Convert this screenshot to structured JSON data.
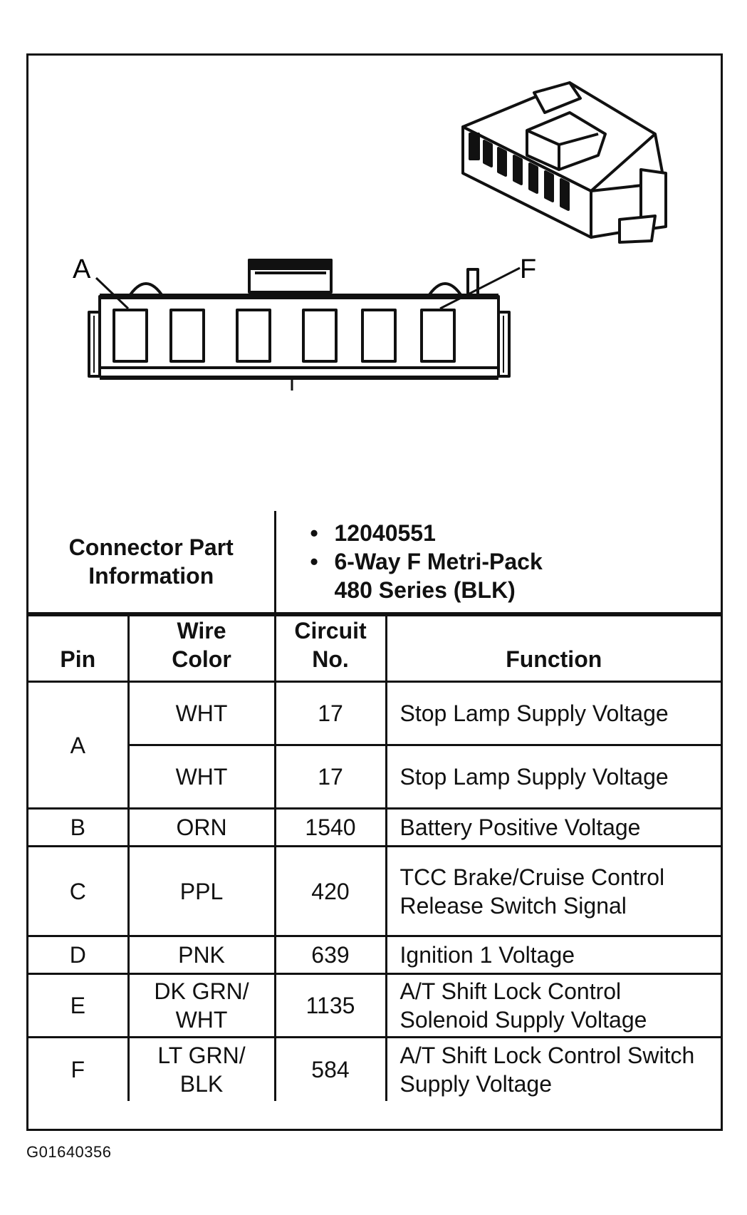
{
  "part_info": {
    "label_line1": "Connector Part",
    "label_line2": "Information",
    "items": [
      "12040551",
      "6-Way F Metri-Pack"
    ],
    "item2_line2": "480 Series (BLK)"
  },
  "diagram": {
    "label_a": "A",
    "label_f": "F"
  },
  "table": {
    "headers": {
      "pin": "Pin",
      "wire_color_line1": "Wire",
      "wire_color_line2": "Color",
      "circuit_line1": "Circuit",
      "circuit_line2": "No.",
      "function": "Function"
    },
    "rows": [
      {
        "pin": "A",
        "wire": "WHT",
        "circuit": "17",
        "function": "Stop Lamp Supply Voltage"
      },
      {
        "pin": "",
        "wire": "WHT",
        "circuit": "17",
        "function": "Stop Lamp Supply Voltage"
      },
      {
        "pin": "B",
        "wire": "ORN",
        "circuit": "1540",
        "function": "Battery Positive Voltage"
      },
      {
        "pin": "C",
        "wire": "PPL",
        "circuit": "420",
        "function": "TCC Brake/Cruise Control Release Switch Signal"
      },
      {
        "pin": "D",
        "wire": "PNK",
        "circuit": "639",
        "function": "Ignition 1 Voltage"
      },
      {
        "pin": "E",
        "wire": "DK GRN/ WHT",
        "circuit": "1135",
        "function": "A/T Shift Lock Control Solenoid Supply Voltage"
      },
      {
        "pin": "F",
        "wire": "LT GRN/ BLK",
        "circuit": "584",
        "function": "A/T Shift Lock Control Switch Supply Voltage"
      }
    ]
  },
  "caption": "G01640356"
}
